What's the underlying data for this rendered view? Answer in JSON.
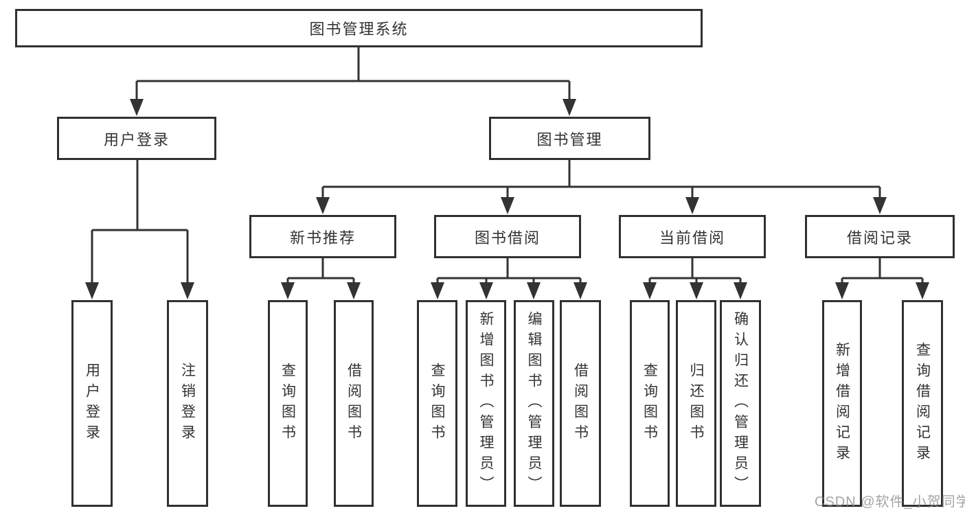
{
  "tree": {
    "root": {
      "label": "图书管理系统"
    },
    "branches": [
      {
        "label": "用户登录",
        "children": [
          {
            "label": "用户登录"
          },
          {
            "label": "注销登录"
          }
        ]
      },
      {
        "label": "图书管理",
        "children": [
          {
            "label": "新书推荐",
            "children": [
              {
                "label": "查询图书"
              },
              {
                "label": "借阅图书"
              }
            ]
          },
          {
            "label": "图书借阅",
            "children": [
              {
                "label": "查询图书"
              },
              {
                "label": "新增图书（管理员）"
              },
              {
                "label": "编辑图书（管理员）"
              },
              {
                "label": "借阅图书"
              }
            ]
          },
          {
            "label": "当前借阅",
            "children": [
              {
                "label": "查询图书"
              },
              {
                "label": "归还图书"
              },
              {
                "label": "确认归还（管理员）"
              }
            ]
          },
          {
            "label": "借阅记录",
            "children": [
              {
                "label": "新增借阅记录"
              },
              {
                "label": "查询借阅记录"
              }
            ]
          }
        ]
      }
    ]
  },
  "watermark": {
    "text": "CSDN @软件_小贺同学"
  },
  "colors": {
    "line": "#333333",
    "box_border": "#303030",
    "text": "#333333",
    "watermark": "#8a8a8a",
    "background": "#ffffff"
  }
}
